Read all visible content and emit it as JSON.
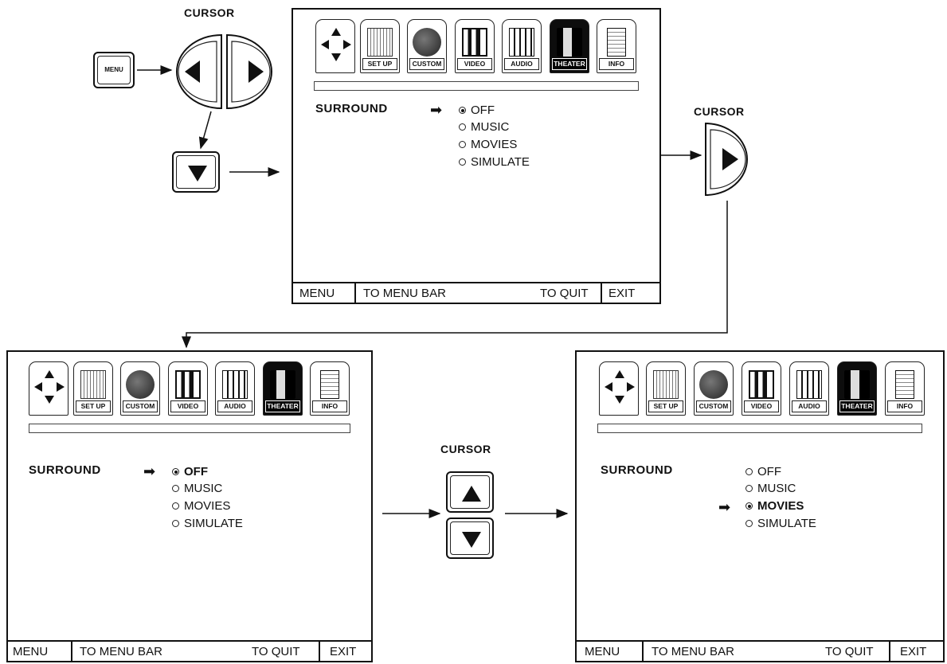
{
  "labels": {
    "cursor_top": "CURSOR",
    "cursor_right": "CURSOR",
    "cursor_middle": "CURSOR",
    "menu_key": "MENU"
  },
  "tabs": [
    "",
    "SET UP",
    "CUSTOM",
    "VIDEO",
    "AUDIO",
    "THEATER",
    "INFO"
  ],
  "screens": {
    "screen1": {
      "surround_label": "SURROUND",
      "options": [
        "OFF",
        "MUSIC",
        "MOVIES",
        "SIMULATE"
      ],
      "selected": "OFF"
    },
    "screen2": {
      "surround_label": "SURROUND",
      "options": [
        "OFF",
        "MUSIC",
        "MOVIES",
        "SIMULATE"
      ],
      "selected": "OFF"
    },
    "screen3": {
      "surround_label": "SURROUND",
      "options": [
        "OFF",
        "MUSIC",
        "MOVIES",
        "SIMULATE"
      ],
      "selected": "MOVIES"
    }
  },
  "bottom_bar": {
    "menu": "MENU",
    "to_menu_bar": "TO MENU BAR",
    "to_quit": "TO QUIT",
    "exit": "EXIT"
  },
  "icons": {
    "pointer": "right-pointing-hand-arrow",
    "radio_selected": "filled-radio",
    "radio_unselected": "empty-radio",
    "key_left": "left-triangle",
    "key_right": "right-triangle",
    "key_up": "up-triangle",
    "key_down": "down-triangle"
  }
}
